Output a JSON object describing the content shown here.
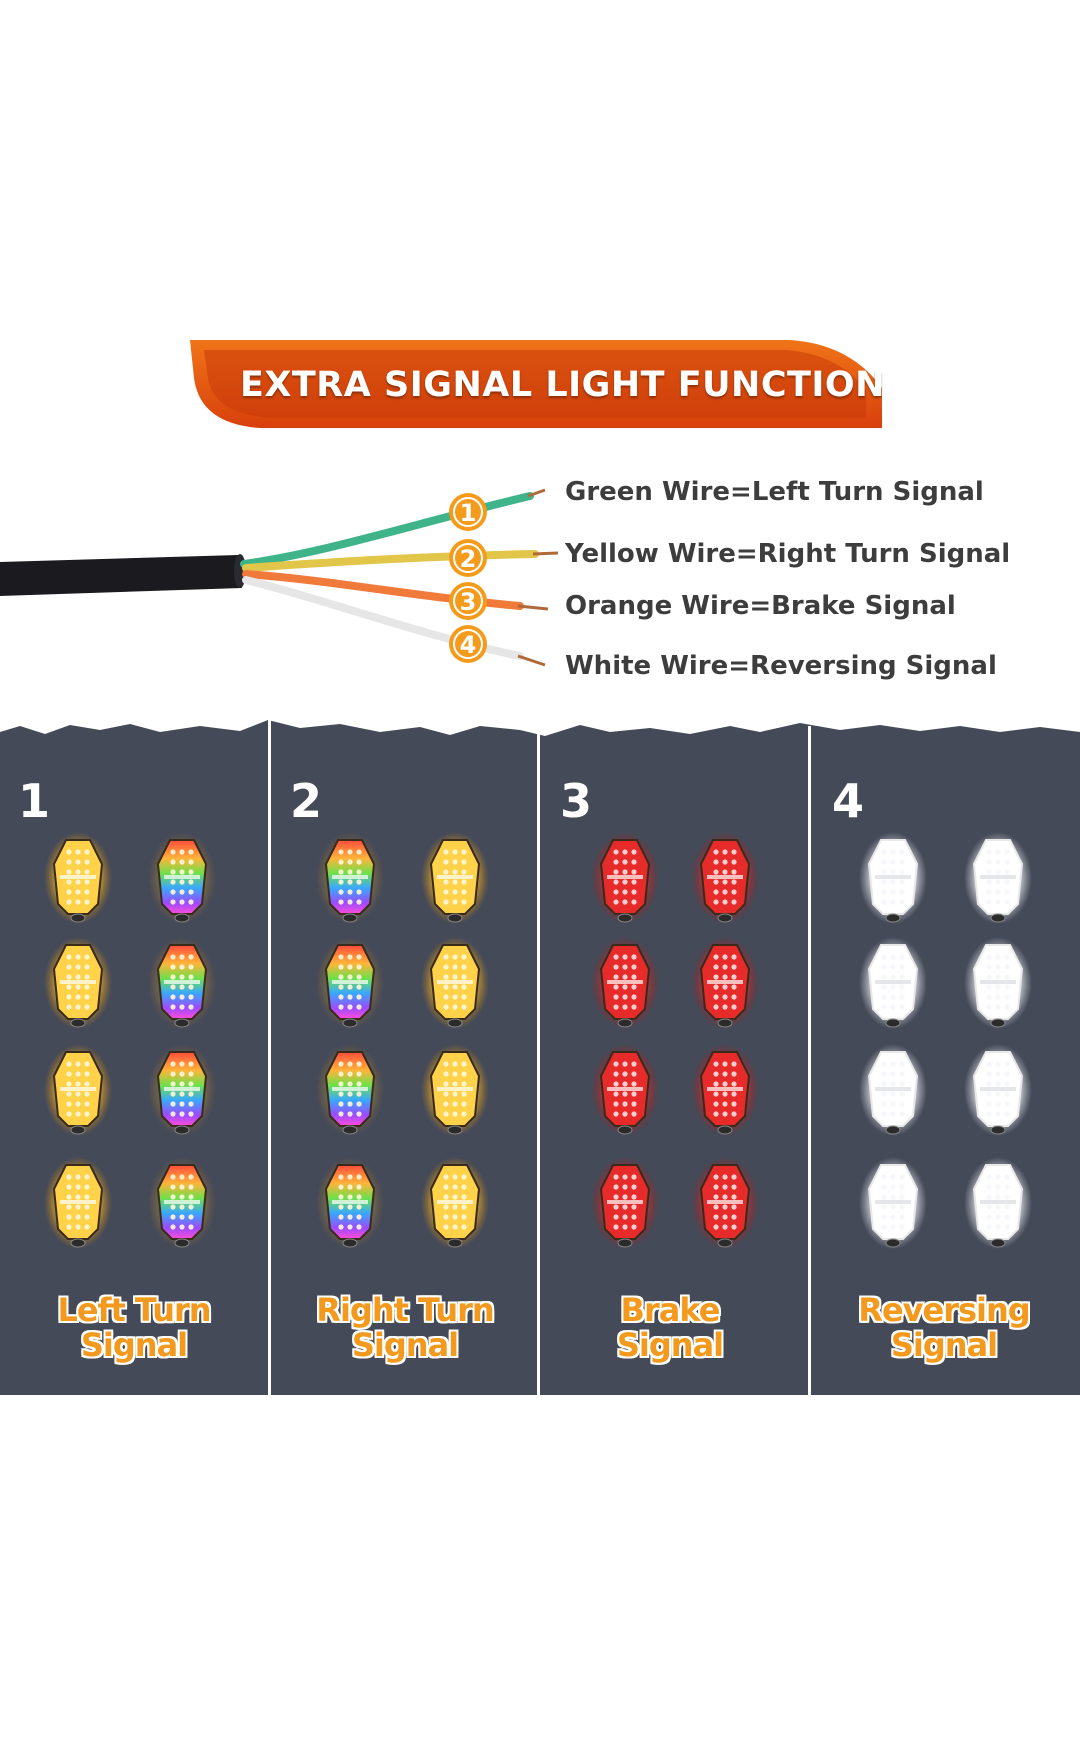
{
  "banner": {
    "title": "EXTRA SIGNAL LIGHT FUNCTION",
    "color": "#e8550f"
  },
  "wires": [
    {
      "number": "1",
      "label": "Green Wire=Left Turn Signal",
      "color": "#3fb38a"
    },
    {
      "number": "2",
      "label": "Yellow Wire=Right Turn Signal",
      "color": "#e2c64a"
    },
    {
      "number": "3",
      "label": "Orange Wire=Brake Signal",
      "color": "#f07a3a"
    },
    {
      "number": "4",
      "label": "White Wire=Reversing Signal",
      "color": "#e8e8e8"
    }
  ],
  "badge_color": "#f59b1c",
  "panels": [
    {
      "number": "1",
      "caption_line1": "Left Turn",
      "caption_line2": "Signal",
      "left_column": "amber",
      "right_column": "rgb"
    },
    {
      "number": "2",
      "caption_line1": "Right Turn",
      "caption_line2": "Signal",
      "left_column": "rgb",
      "right_column": "amber"
    },
    {
      "number": "3",
      "caption_line1": "Brake",
      "caption_line2": "Signal",
      "left_column": "red",
      "right_column": "red"
    },
    {
      "number": "4",
      "caption_line1": "Reversing",
      "caption_line2": "Signal",
      "left_column": "white",
      "right_column": "white"
    }
  ],
  "panel_background": "#454a58"
}
